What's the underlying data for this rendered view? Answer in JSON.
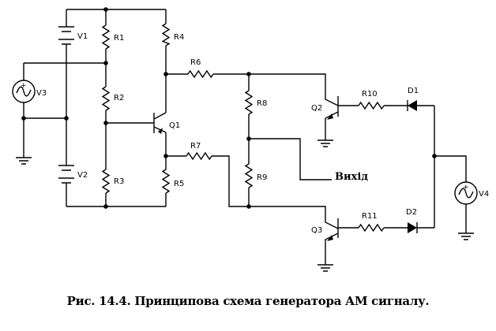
{
  "components": {
    "V1": "V1",
    "V2": "V2",
    "V3": "V3",
    "V4": "V4",
    "R1": "R1",
    "R2": "R2",
    "R3": "R3",
    "R4": "R4",
    "R5": "R5",
    "R6": "R6",
    "R7": "R7",
    "R8": "R8",
    "R9": "R9",
    "R10": "R10",
    "R11": "R11",
    "Q1": "Q1",
    "Q2": "Q2",
    "Q3": "Q3",
    "D1": "D1",
    "D2": "D2"
  },
  "source_polarity": "+",
  "output_label": "Вихід",
  "caption": "Рис. 14.4. Принципова схема генератора АМ сигналу."
}
